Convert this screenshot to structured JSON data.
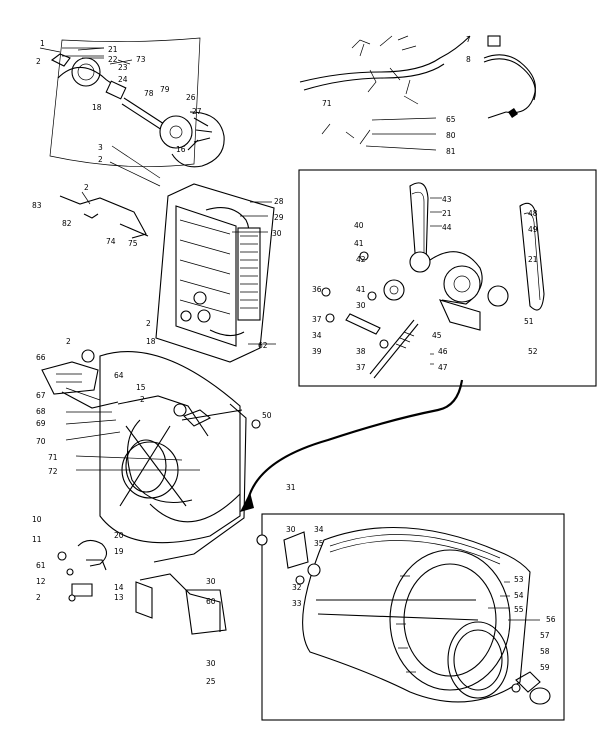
{
  "diagram": {
    "description_hidden": "",
    "colors": {
      "line": "#000000",
      "background": "#ffffff"
    },
    "callouts": [
      {
        "id": "c1",
        "text": "1"
      },
      {
        "id": "c2",
        "text": "21"
      },
      {
        "id": "c3",
        "text": "22"
      },
      {
        "id": "c4",
        "text": "2"
      },
      {
        "id": "c5",
        "text": "73"
      },
      {
        "id": "c6",
        "text": "23"
      },
      {
        "id": "c7",
        "text": "24"
      },
      {
        "id": "c8",
        "text": "18"
      },
      {
        "id": "c9",
        "text": "78"
      },
      {
        "id": "c10",
        "text": "79"
      },
      {
        "id": "c11",
        "text": "26"
      },
      {
        "id": "c12",
        "text": "27"
      },
      {
        "id": "c13",
        "text": "16"
      },
      {
        "id": "c14",
        "text": "3"
      },
      {
        "id": "c15",
        "text": "2"
      },
      {
        "id": "c16",
        "text": "7"
      },
      {
        "id": "c17",
        "text": "8"
      },
      {
        "id": "c18",
        "text": "71"
      },
      {
        "id": "c19",
        "text": "65"
      },
      {
        "id": "c20",
        "text": "80"
      },
      {
        "id": "c21",
        "text": "81"
      },
      {
        "id": "c22",
        "text": "2"
      },
      {
        "id": "c23",
        "text": "83"
      },
      {
        "id": "c24",
        "text": "82"
      },
      {
        "id": "c25",
        "text": "74"
      },
      {
        "id": "c26",
        "text": "75"
      },
      {
        "id": "c27",
        "text": "28"
      },
      {
        "id": "c28",
        "text": "29"
      },
      {
        "id": "c29",
        "text": "30"
      },
      {
        "id": "c30",
        "text": "2"
      },
      {
        "id": "c31",
        "text": "18"
      },
      {
        "id": "c32",
        "text": "62"
      },
      {
        "id": "c33",
        "text": "43"
      },
      {
        "id": "c34",
        "text": "21"
      },
      {
        "id": "c35",
        "text": "44"
      },
      {
        "id": "c36",
        "text": "40"
      },
      {
        "id": "c37",
        "text": "41"
      },
      {
        "id": "c38",
        "text": "42"
      },
      {
        "id": "c39",
        "text": "41"
      },
      {
        "id": "c40",
        "text": "36"
      },
      {
        "id": "c41",
        "text": "37"
      },
      {
        "id": "c42",
        "text": "34"
      },
      {
        "id": "c43",
        "text": "39"
      },
      {
        "id": "c44",
        "text": "30"
      },
      {
        "id": "c45",
        "text": "38"
      },
      {
        "id": "c46",
        "text": "37"
      },
      {
        "id": "c47",
        "text": "45"
      },
      {
        "id": "c48",
        "text": "46"
      },
      {
        "id": "c49",
        "text": "47"
      },
      {
        "id": "c50",
        "text": "48"
      },
      {
        "id": "c51",
        "text": "49"
      },
      {
        "id": "c52",
        "text": "21"
      },
      {
        "id": "c53",
        "text": "51"
      },
      {
        "id": "c54",
        "text": "52"
      },
      {
        "id": "c55",
        "text": "66"
      },
      {
        "id": "c56",
        "text": "2"
      },
      {
        "id": "c57",
        "text": "64"
      },
      {
        "id": "c58",
        "text": "67"
      },
      {
        "id": "c59",
        "text": "68"
      },
      {
        "id": "c60",
        "text": "69"
      },
      {
        "id": "c61",
        "text": "70"
      },
      {
        "id": "c62",
        "text": "71"
      },
      {
        "id": "c63",
        "text": "72"
      },
      {
        "id": "c64",
        "text": "15"
      },
      {
        "id": "c65",
        "text": "2"
      },
      {
        "id": "c66",
        "text": "50"
      },
      {
        "id": "c67",
        "text": "10"
      },
      {
        "id": "c68",
        "text": "11"
      },
      {
        "id": "c69",
        "text": "20"
      },
      {
        "id": "c70",
        "text": "19"
      },
      {
        "id": "c71",
        "text": "61"
      },
      {
        "id": "c72",
        "text": "12"
      },
      {
        "id": "c73",
        "text": "14"
      },
      {
        "id": "c74",
        "text": "2"
      },
      {
        "id": "c75",
        "text": "13"
      },
      {
        "id": "c76",
        "text": "31"
      },
      {
        "id": "c77",
        "text": "30"
      },
      {
        "id": "c78",
        "text": "34"
      },
      {
        "id": "c79",
        "text": "35"
      },
      {
        "id": "c80",
        "text": "32"
      },
      {
        "id": "c81",
        "text": "33"
      },
      {
        "id": "c82",
        "text": "30"
      },
      {
        "id": "c83",
        "text": "60"
      },
      {
        "id": "c84",
        "text": "30"
      },
      {
        "id": "c85",
        "text": "25"
      },
      {
        "id": "c86",
        "text": "53"
      },
      {
        "id": "c87",
        "text": "54"
      },
      {
        "id": "c88",
        "text": "55"
      },
      {
        "id": "c89",
        "text": "56"
      },
      {
        "id": "c90",
        "text": "57"
      },
      {
        "id": "c91",
        "text": "58"
      },
      {
        "id": "c92",
        "text": "59"
      }
    ]
  }
}
